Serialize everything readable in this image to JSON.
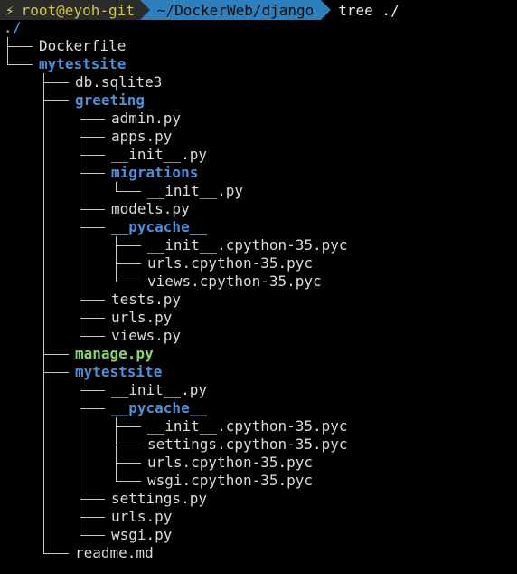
{
  "prompt": {
    "icon": "lightning-bolt-icon",
    "user_host": "root@eyoh-git",
    "path": "~/DockerWeb/django",
    "command": "tree ./"
  },
  "tree": {
    "root": "./",
    "entries": [
      {
        "name": "Dockerfile",
        "kind": "file",
        "depth": 0,
        "last": false
      },
      {
        "name": "mytestsite",
        "kind": "dir",
        "depth": 0,
        "last": true
      },
      {
        "name": "db.sqlite3",
        "kind": "file",
        "depth": 1,
        "last": false
      },
      {
        "name": "greeting",
        "kind": "dir",
        "depth": 1,
        "last": false
      },
      {
        "name": "admin.py",
        "kind": "file",
        "depth": 2,
        "last": false
      },
      {
        "name": "apps.py",
        "kind": "file",
        "depth": 2,
        "last": false
      },
      {
        "name": "__init__.py",
        "kind": "file",
        "depth": 2,
        "last": false
      },
      {
        "name": "migrations",
        "kind": "dir",
        "depth": 2,
        "last": false
      },
      {
        "name": "__init__.py",
        "kind": "file",
        "depth": 3,
        "last": true
      },
      {
        "name": "models.py",
        "kind": "file",
        "depth": 2,
        "last": false
      },
      {
        "name": "__pycache__",
        "kind": "dir",
        "depth": 2,
        "last": false
      },
      {
        "name": "__init__.cpython-35.pyc",
        "kind": "file",
        "depth": 3,
        "last": false
      },
      {
        "name": "urls.cpython-35.pyc",
        "kind": "file",
        "depth": 3,
        "last": false
      },
      {
        "name": "views.cpython-35.pyc",
        "kind": "file",
        "depth": 3,
        "last": true
      },
      {
        "name": "tests.py",
        "kind": "file",
        "depth": 2,
        "last": false
      },
      {
        "name": "urls.py",
        "kind": "file",
        "depth": 2,
        "last": false
      },
      {
        "name": "views.py",
        "kind": "file",
        "depth": 2,
        "last": true
      },
      {
        "name": "manage.py",
        "kind": "exec",
        "depth": 1,
        "last": false
      },
      {
        "name": "mytestsite",
        "kind": "dir",
        "depth": 1,
        "last": false
      },
      {
        "name": "__init__.py",
        "kind": "file",
        "depth": 2,
        "last": false
      },
      {
        "name": "__pycache__",
        "kind": "dir",
        "depth": 2,
        "last": false
      },
      {
        "name": "__init__.cpython-35.pyc",
        "kind": "file",
        "depth": 3,
        "last": false
      },
      {
        "name": "settings.cpython-35.pyc",
        "kind": "file",
        "depth": 3,
        "last": false
      },
      {
        "name": "urls.cpython-35.pyc",
        "kind": "file",
        "depth": 3,
        "last": false
      },
      {
        "name": "wsgi.cpython-35.pyc",
        "kind": "file",
        "depth": 3,
        "last": true
      },
      {
        "name": "settings.py",
        "kind": "file",
        "depth": 2,
        "last": false
      },
      {
        "name": "urls.py",
        "kind": "file",
        "depth": 2,
        "last": false
      },
      {
        "name": "wsgi.py",
        "kind": "file",
        "depth": 2,
        "last": true
      },
      {
        "name": "readme.md",
        "kind": "file",
        "depth": 1,
        "last": true
      }
    ]
  },
  "colors": {
    "background": "#000000",
    "directory": "#4f8fd8",
    "executable": "#8cd46a",
    "file": "#dcdcdc",
    "path_segment": "#2e7fbd",
    "user_segment": "#2b2b2b",
    "user_text": "#d7c34a"
  }
}
